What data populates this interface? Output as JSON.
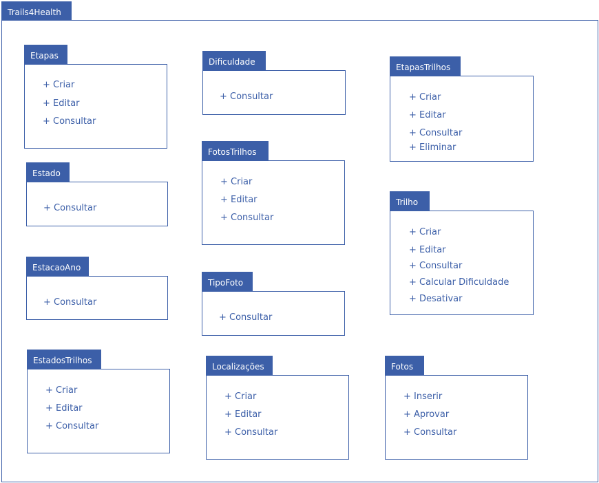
{
  "system": {
    "name": "Trails4Health"
  },
  "packages": [
    {
      "name": "Etapas",
      "operations": [
        "+ Criar",
        "+ Editar",
        "+ Consultar"
      ]
    },
    {
      "name": "Estado",
      "operations": [
        "+ Consultar"
      ]
    },
    {
      "name": "EstacaoAno",
      "operations": [
        "+ Consultar"
      ]
    },
    {
      "name": "EstadosTrilhos",
      "operations": [
        "+ Criar",
        "+ Editar",
        "+ Consultar"
      ]
    },
    {
      "name": "Dificuldade",
      "operations": [
        "+ Consultar"
      ]
    },
    {
      "name": "FotosTrilhos",
      "operations": [
        "+ Criar",
        "+ Editar",
        "+ Consultar"
      ]
    },
    {
      "name": "TipoFoto",
      "operations": [
        "+ Consultar"
      ]
    },
    {
      "name": "Localizações",
      "operations": [
        "+ Criar",
        "+ Editar",
        "+ Consultar"
      ]
    },
    {
      "name": "EtapasTrilhos",
      "operations": [
        "+ Criar",
        "+ Editar",
        "+ Consultar",
        "+ Eliminar"
      ]
    },
    {
      "name": "Trilho",
      "operations": [
        "+ Criar",
        "+ Editar",
        "+ Consultar",
        "+ Calcular Dificuldade",
        "+ Desativar"
      ]
    },
    {
      "name": "Fotos",
      "operations": [
        "+ Inserir",
        "+ Aprovar",
        "+ Consultar"
      ]
    }
  ]
}
